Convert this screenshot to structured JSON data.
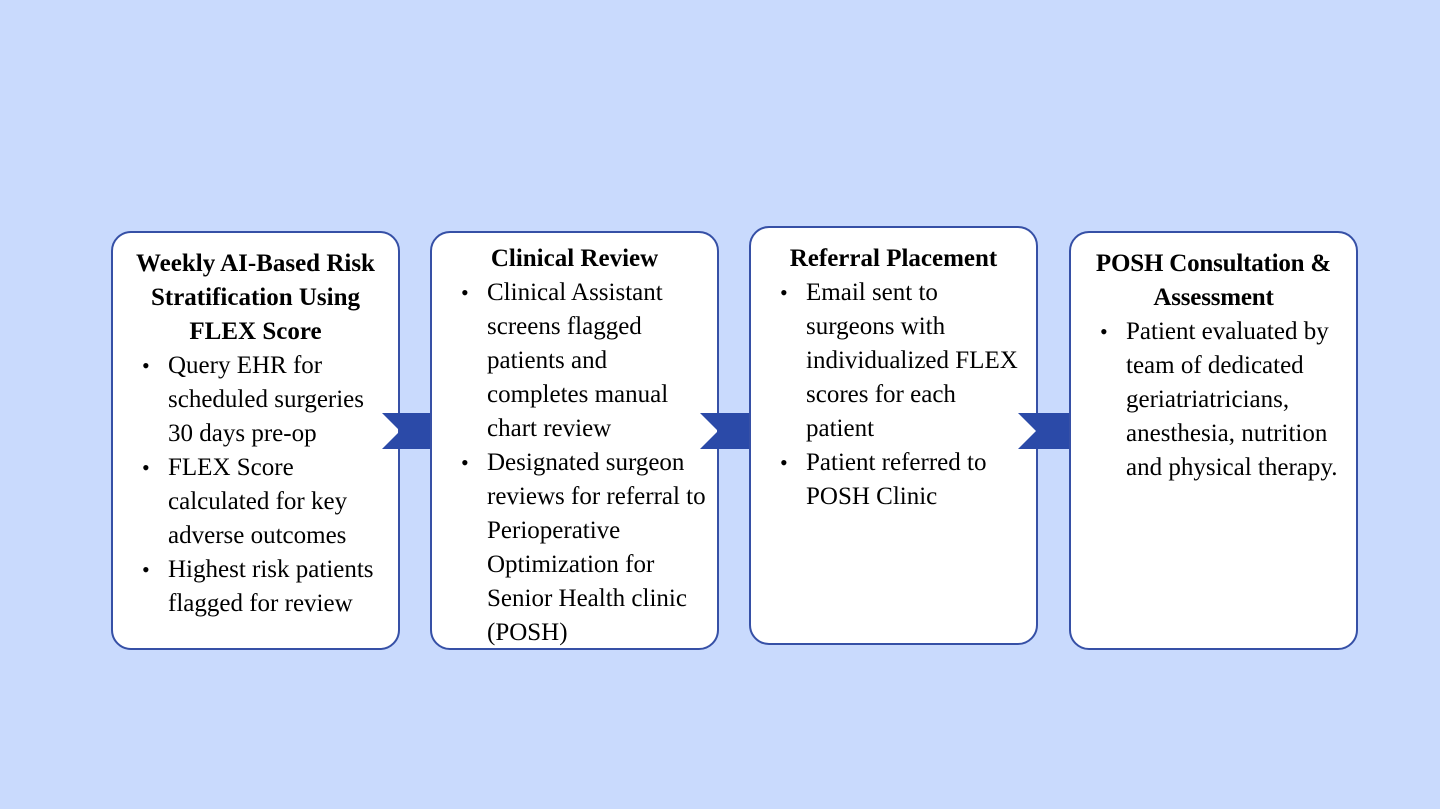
{
  "colors": {
    "background": "#c9dafd",
    "card_border": "#3650a6",
    "arrow": "#2b4aa8"
  },
  "steps": [
    {
      "title": "Weekly AI-Based Risk Stratification Using FLEX Score",
      "bullets": [
        "Query EHR for scheduled surgeries 30 days pre-op",
        "FLEX Score calculated for key adverse outcomes",
        "Highest risk patients flagged for review"
      ]
    },
    {
      "title": "Clinical Review",
      "bullets": [
        "Clinical Assistant screens flagged patients and completes manual chart review",
        "Designated surgeon reviews for referral to Perioperative Optimization for Senior Health clinic (POSH)"
      ]
    },
    {
      "title": "Referral Placement",
      "bullets": [
        "Email sent to surgeons with individualized FLEX scores for each patient",
        "Patient referred to POSH Clinic"
      ]
    },
    {
      "title": "POSH Consultation & Assessment",
      "bullets": [
        "Patient evaluated by team of dedicated geriatriatricians, anesthesia, nutrition and physical therapy."
      ]
    }
  ],
  "bullet_glyph": "•",
  "arrow_icon": "chevron-arrow-right-icon"
}
